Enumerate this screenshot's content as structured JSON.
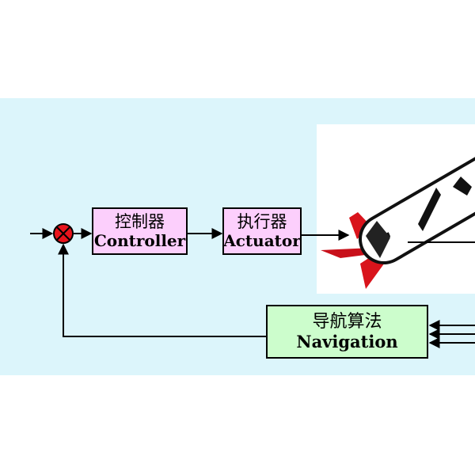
{
  "blocks": {
    "controller": {
      "cn": "控制器",
      "en": "Controller"
    },
    "actuator": {
      "cn": "执行器",
      "en": "Actuator"
    },
    "navigation": {
      "cn": "导航算法",
      "en": "Navigation"
    }
  },
  "colors": {
    "background_band": "#dcf5fb",
    "block_fill": "#fccffc",
    "navigation_fill": "#ccfdcc",
    "summing_junction": "#e8141c",
    "rocket_body": "#ffffff",
    "rocket_fins": "#d9141c",
    "rocket_bands": "#111111"
  },
  "icons": {
    "summing_junction": "summing-junction-icon",
    "rocket": "rocket-icon"
  }
}
